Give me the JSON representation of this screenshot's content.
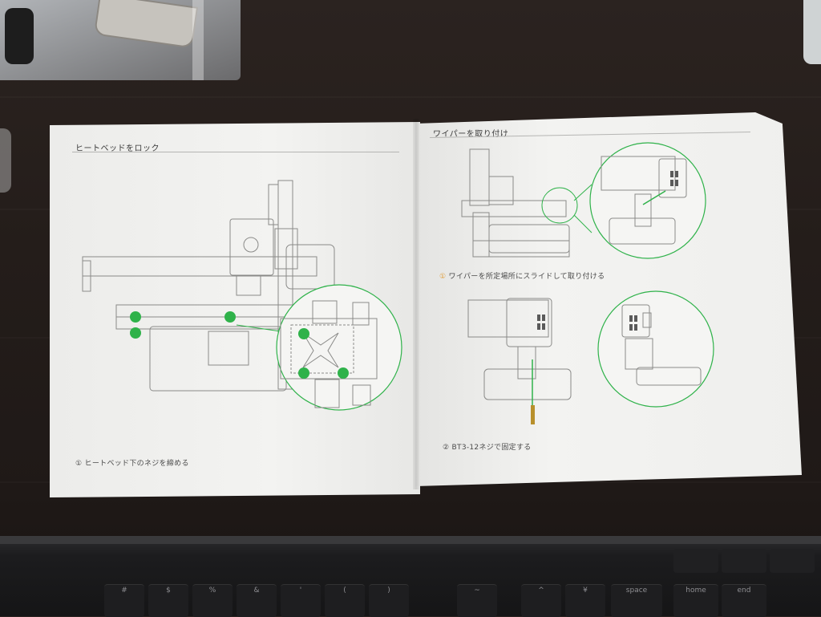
{
  "manual": {
    "left_page": {
      "heading": "ヒートベッドをロック",
      "step": "①",
      "caption": "ヒートベッド下のネジを締める"
    },
    "right_page": {
      "heading": "ワイパーを取り付け",
      "step1": "①",
      "caption1": "ワイパーを所定場所にスライドして取り付ける",
      "step2": "②",
      "caption2": "BT3-12ネジで固定する"
    }
  },
  "keyboard": {
    "keys": [
      "#",
      "$",
      "%",
      "&",
      "'",
      "(",
      ")",
      "~",
      "^",
      "¥",
      "space",
      "home",
      "end"
    ]
  },
  "colors": {
    "accent_green": "#2fb24a",
    "paper": "#f0f0ee",
    "line_art": "#8a8a88"
  }
}
